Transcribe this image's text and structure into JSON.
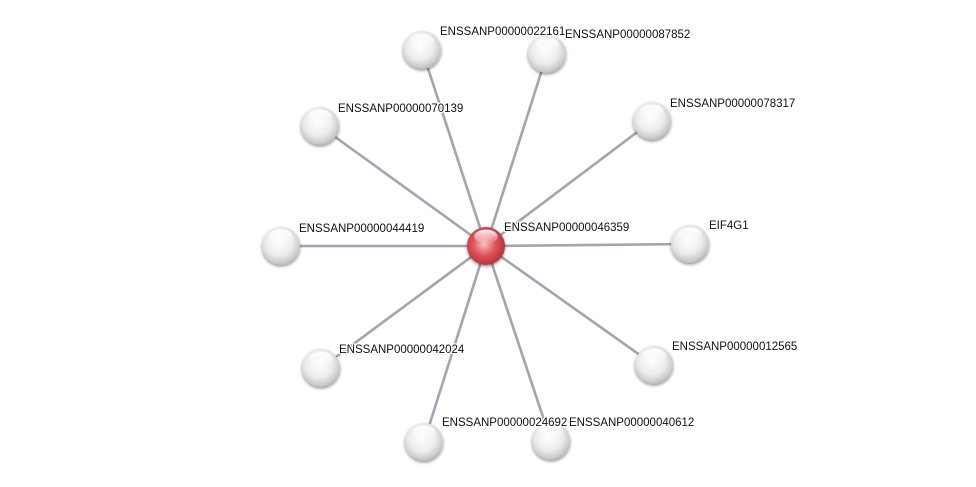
{
  "network": {
    "center": {
      "label": "ENSSANP00000046359",
      "color": "#e0555c"
    },
    "neighbor_color": "#e6e6e6",
    "edge_color": "#a3a3b2",
    "neighbors": [
      {
        "label": "ENSSANP00000022161"
      },
      {
        "label": "ENSSANP00000087852"
      },
      {
        "label": "ENSSANP00000070139"
      },
      {
        "label": "ENSSANP00000078317"
      },
      {
        "label": "ENSSANP00000044419"
      },
      {
        "label": "EIF4G1"
      },
      {
        "label": "ENSSANP00000042024"
      },
      {
        "label": "ENSSANP00000012565"
      },
      {
        "label": "ENSSANP00000024692"
      },
      {
        "label": "ENSSANP00000040612"
      }
    ]
  }
}
